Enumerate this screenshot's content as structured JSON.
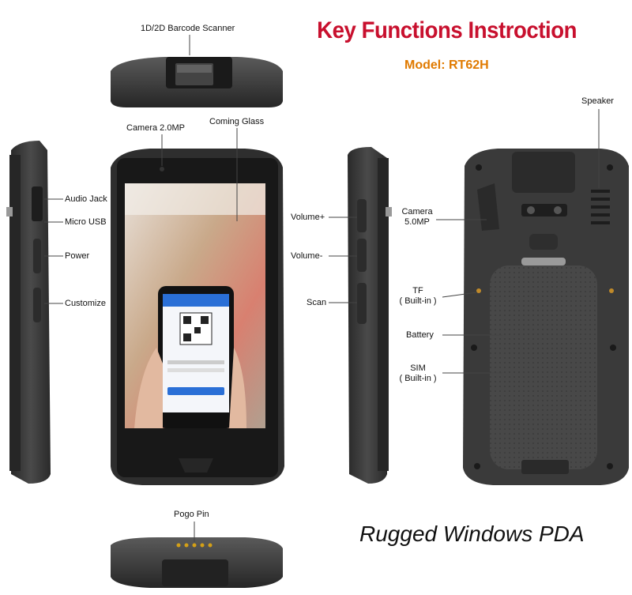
{
  "header": {
    "title": "Key Functions Instroction",
    "model_key": "Model:",
    "model_value": "RT62H"
  },
  "footer": {
    "subtitle": "Rugged Windows PDA"
  },
  "colors": {
    "title": "#c8102e",
    "model": "#e07a00",
    "device_body": "#3a3a3a",
    "device_dark": "#1e1e1e",
    "accent_blue": "#2a6fd6"
  },
  "labels": {
    "barcode_scanner": "1D/2D Barcode Scanner",
    "camera_front": "Camera 2.0MP",
    "coming_glass": "Coming Glass",
    "audio_jack": "Audio Jack",
    "micro_usb": "Micro USB",
    "power": "Power",
    "customize": "Customize",
    "volume_up": "Volume+",
    "volume_down": "Volume-",
    "scan": "Scan",
    "camera_rear_1": "Camera",
    "camera_rear_2": "5.0MP",
    "tf_1": "TF",
    "tf_2": "( Built-in )",
    "battery": "Battery",
    "sim_1": "SIM",
    "sim_2": "( Built-in )",
    "speaker": "Speaker",
    "pogo_pin": "Pogo Pin"
  }
}
